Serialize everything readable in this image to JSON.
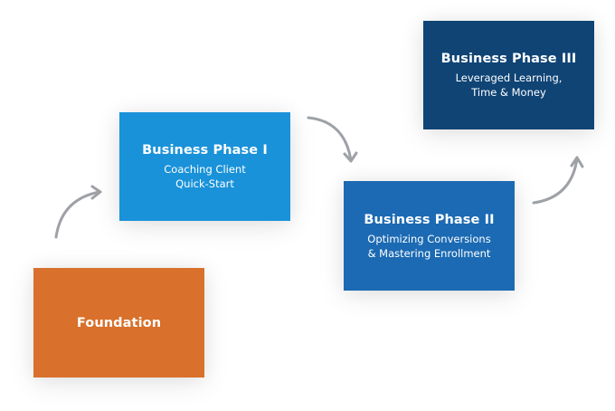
{
  "boxes": {
    "foundation": {
      "title": "Foundation",
      "color": "#d9702b"
    },
    "phase1": {
      "title": "Business Phase I",
      "lines": [
        "Coaching Client",
        "Quick-Start"
      ],
      "color": "#1a92d9"
    },
    "phase2": {
      "title": "Business Phase II",
      "lines": [
        "Optimizing Conversions",
        "& Mastering Enrollment"
      ],
      "color": "#1b6ab3"
    },
    "phase3": {
      "title": "Business Phase III",
      "lines": [
        "Leveraged Learning,",
        "Time & Money"
      ],
      "color": "#0f4475"
    }
  },
  "arrow_color": "#9ea1a6"
}
